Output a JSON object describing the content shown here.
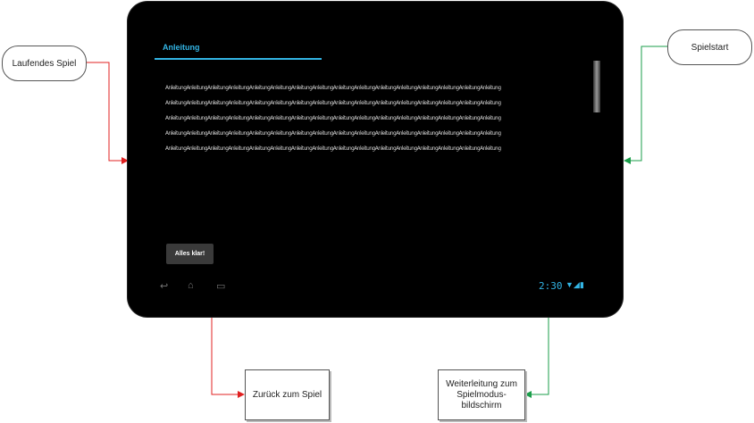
{
  "tablet": {
    "tab_title": "Anleitung",
    "instructions": [
      "AnleitungAnleitungAnleitungAnleitungAnleitungAnleitungAnleitungAnleitungAnleitungAnleitungAnleitungAnleitungAnleitungAnleitungAnleitungAnleitung",
      "AnleitungAnleitungAnleitungAnleitungAnleitungAnleitungAnleitungAnleitungAnleitungAnleitungAnleitungAnleitungAnleitungAnleitungAnleitungAnleitung",
      "AnleitungAnleitungAnleitungAnleitungAnleitungAnleitungAnleitungAnleitungAnleitungAnleitungAnleitungAnleitungAnleitungAnleitungAnleitungAnleitung",
      "AnleitungAnleitungAnleitungAnleitungAnleitungAnleitungAnleitungAnleitungAnleitungAnleitungAnleitungAnleitungAnleitungAnleitungAnleitungAnleitung",
      "AnleitungAnleitungAnleitungAnleitungAnleitungAnleitungAnleitungAnleitungAnleitungAnleitungAnleitungAnleitungAnleitungAnleitungAnleitungAnleitung"
    ],
    "confirm_button": "Alles klar!",
    "clock": "2:30",
    "nav_icons": [
      "back-icon",
      "home-icon",
      "recent-apps-icon"
    ],
    "status_icons": [
      "wifi-icon",
      "signal-icon",
      "battery-icon"
    ]
  },
  "callouts": {
    "running_game": "Laufendes Spiel",
    "game_start": "Spielstart",
    "back_to_game": "Zurück zum Spiel",
    "redirect_line1": "Weiterleitung zum",
    "redirect_line2": "Spielmodus-",
    "redirect_line3": "bildschirm"
  },
  "colors": {
    "accent": "#33b5e5",
    "incoming_arrow": "#e02020",
    "start_arrow": "#1a9e4a"
  }
}
